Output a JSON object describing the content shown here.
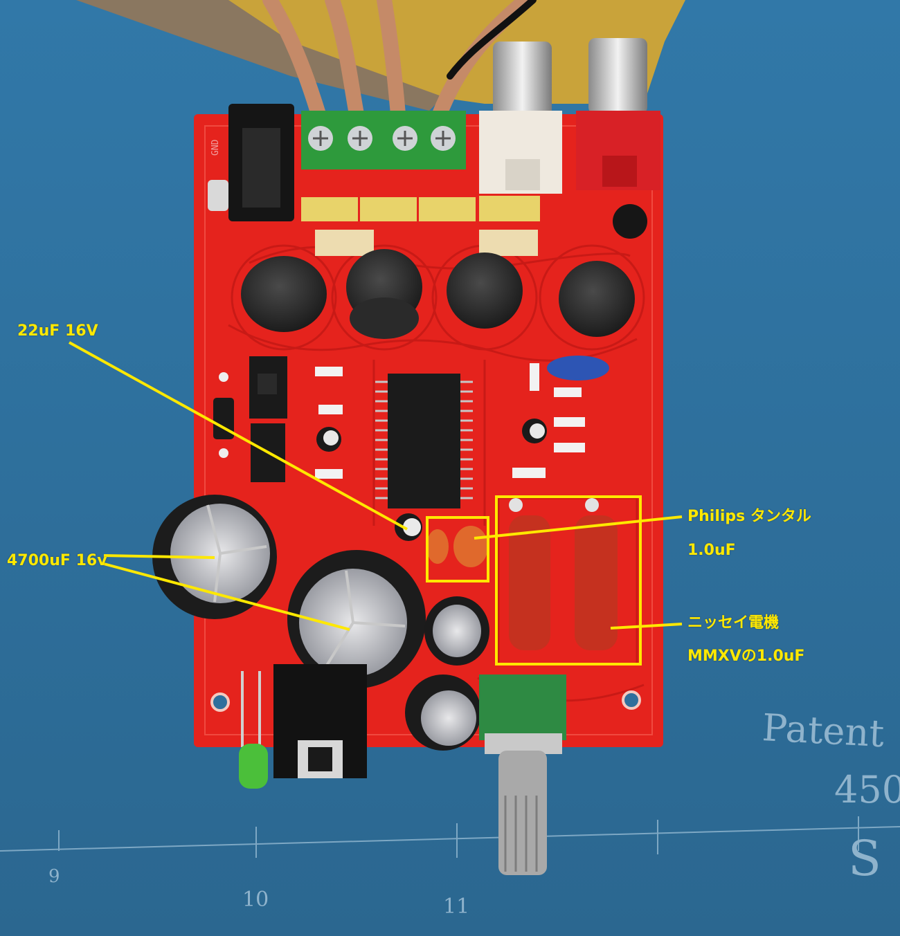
{
  "annotations": {
    "cap_22uf": "22uF 16V",
    "cap_4700uf": "4700uF 16v",
    "philips_line1": "Philips タンタル",
    "philips_line2": "1.0uF",
    "nissei_line1": "ニッセイ電機",
    "nissei_line2": "MMXVの1.0uF"
  },
  "board_marks": {
    "gnd": "GND",
    "mat_patent": "Patent",
    "mat_number": "450",
    "mat_s": "S",
    "ruler_9": "9",
    "ruler_10": "10",
    "ruler_11": "11"
  },
  "colors": {
    "background_mat": "#2f6f9c",
    "pcb": "#e5231d",
    "annotation": "#ffe800"
  }
}
